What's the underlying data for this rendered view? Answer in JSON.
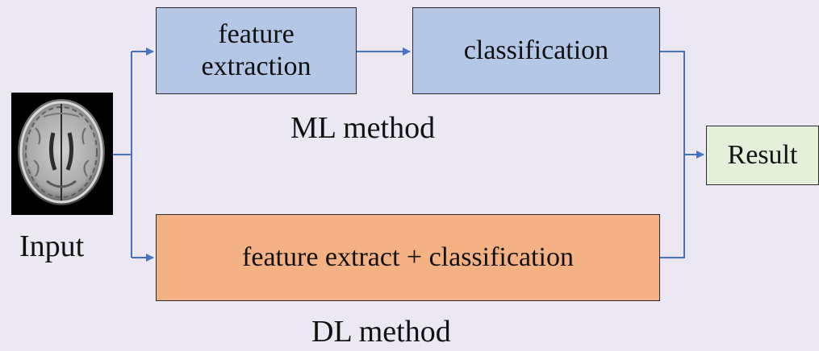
{
  "diagram": {
    "input_label": "Input",
    "ml_method_label": "ML method",
    "dl_method_label": "DL method",
    "boxes": {
      "feature_extraction": "feature extraction",
      "classification": "classification",
      "dl_combined": "feature extract + classification",
      "result": "Result"
    },
    "colors": {
      "background": "#ece8f3",
      "ml_box": "#b4c7e7",
      "dl_box": "#f4b183",
      "result_box": "#e2f0d9",
      "arrow": "#4472c4"
    },
    "input_image": "brain-mri-axial-slice"
  }
}
